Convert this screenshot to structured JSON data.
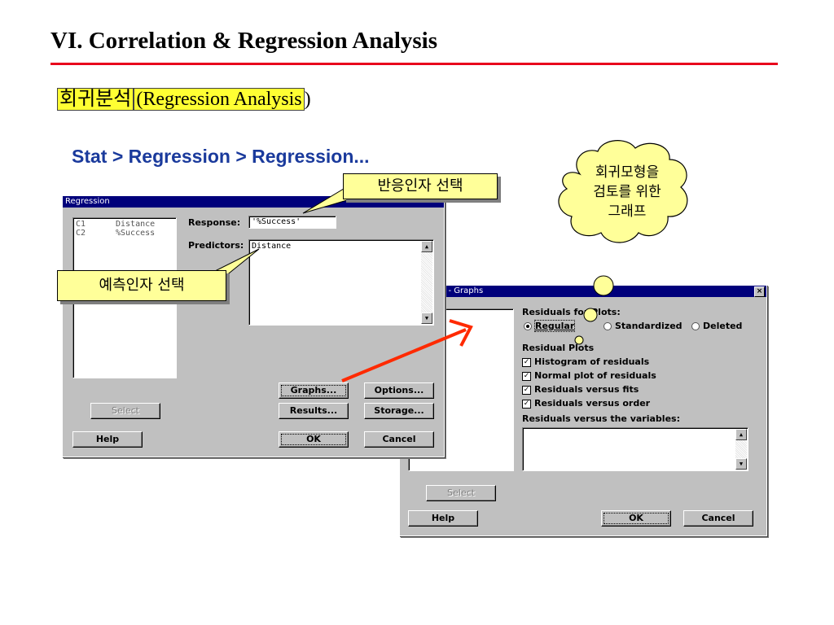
{
  "slide": {
    "title": "VI. Correlation & Regression Analysis",
    "subtitle_korean": "회귀분석",
    "subtitle_highlight": "(Regression Analysis",
    "subtitle_close": ")",
    "menu_path": "Stat > Regression > Regression..."
  },
  "regression_dialog": {
    "title": "Regression",
    "variables": [
      {
        "col": "C1",
        "name": "Distance"
      },
      {
        "col": "C2",
        "name": "%Success"
      }
    ],
    "response_label": "Response:",
    "response_value": "'%Success'",
    "predictors_label": "Predictors:",
    "predictors_value": "Distance",
    "buttons": {
      "graphs": "Graphs...",
      "options": "Options...",
      "results": "Results...",
      "storage": "Storage...",
      "select": "Select",
      "help": "Help",
      "ok": "OK",
      "cancel": "Cancel"
    }
  },
  "graphs_dialog": {
    "title": "n - Graphs",
    "residuals_for_plots_label": "Residuals for Plots:",
    "radio_options": [
      {
        "label": "Regular",
        "selected": true
      },
      {
        "label": "Standardized",
        "selected": false
      },
      {
        "label": "Deleted",
        "selected": false
      }
    ],
    "residual_plots_label": "Residual Plots",
    "checkboxes": [
      {
        "label": "Histogram of residuals",
        "checked": true
      },
      {
        "label": "Normal plot of residuals",
        "checked": true
      },
      {
        "label": "Residuals versus fits",
        "checked": true
      },
      {
        "label": "Residuals versus order",
        "checked": true
      }
    ],
    "versus_variables_label": "Residuals versus the variables:",
    "buttons": {
      "select": "Select",
      "help": "Help",
      "ok": "OK",
      "cancel": "Cancel"
    }
  },
  "callouts": {
    "response": "반응인자 선택",
    "predictor": "예측인자 선택",
    "graph_cloud": [
      "회귀모형을",
      "검토를 위한",
      "그래프"
    ]
  },
  "colors": {
    "title_rule": "#e8001c",
    "menu_path": "#1a3a9c",
    "highlight": "#ffff33",
    "callout_fill": "#ffff99",
    "arrow": "#ff2a00",
    "titlebar": "#00007b"
  }
}
